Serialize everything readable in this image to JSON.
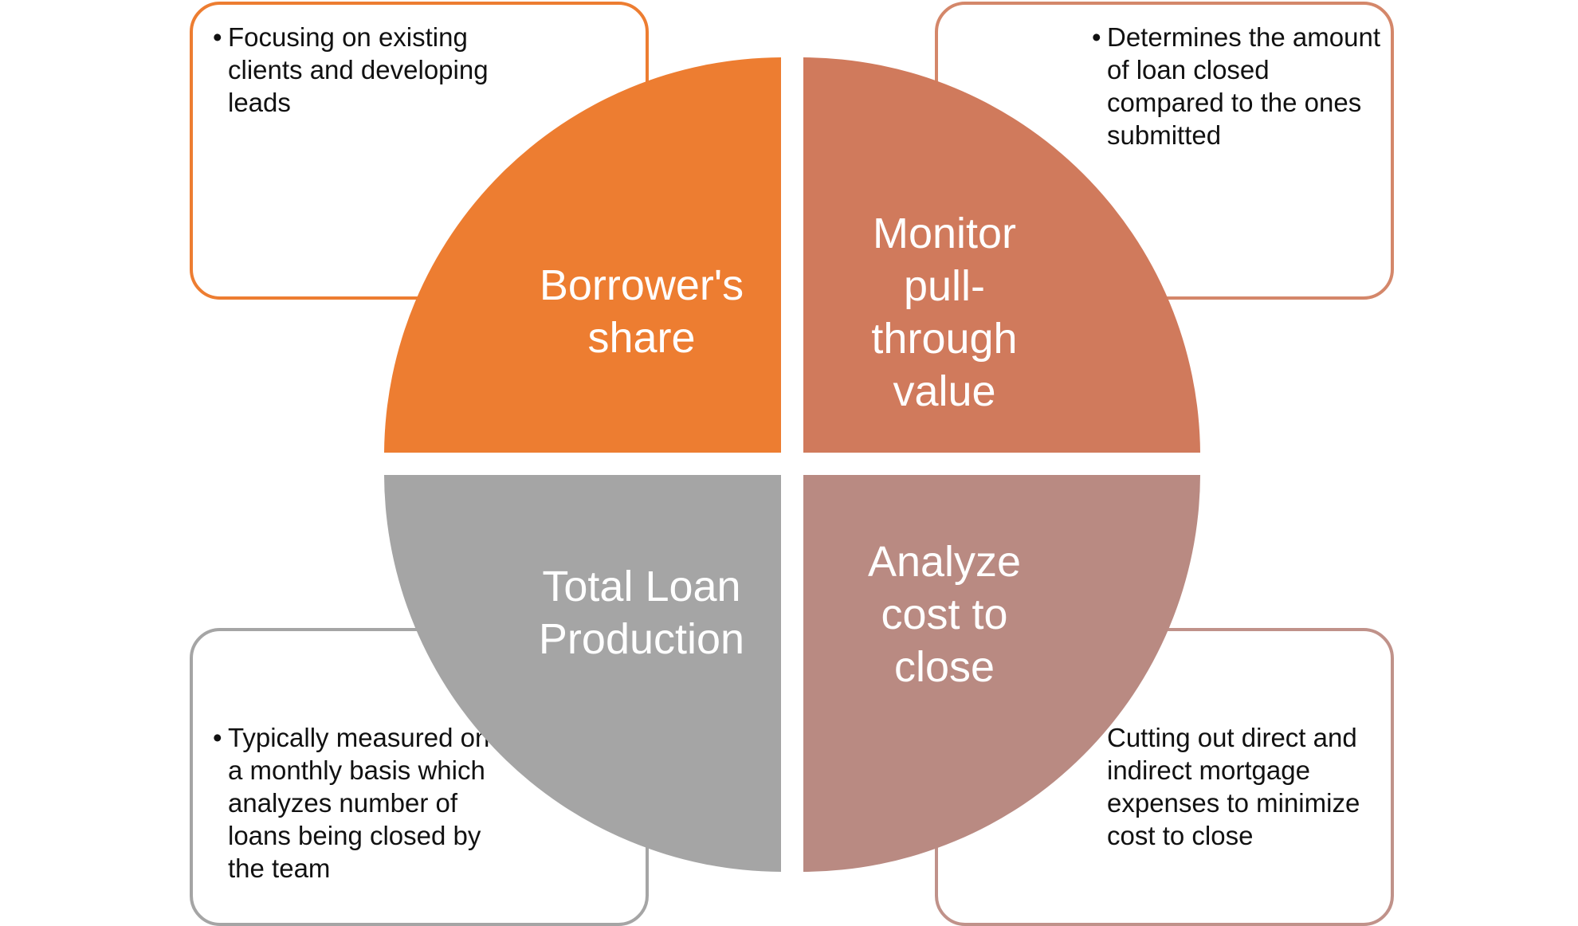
{
  "quadrants": [
    {
      "label": "Borrower's share",
      "color": "#ED7D31",
      "border": "#ED7D31",
      "description": "Focusing on existing clients and developing leads",
      "bullet": "•"
    },
    {
      "label": "Monitor pull-through value",
      "color": "#D07A5C",
      "border": "#D4876A",
      "description": "Determines the amount of loan closed compared to the ones submitted",
      "bullet": "•"
    },
    {
      "label": "Total Loan Production",
      "color": "#A5A5A5",
      "border": "#A5A5A5",
      "description": "Typically measured on a monthly basis which analyzes number of loans being closed by the team",
      "bullet": "•"
    },
    {
      "label": "Analyze cost to close",
      "color": "#B98A82",
      "border": "#C0928A",
      "description": "Cutting out direct and indirect mortgage expenses to minimize cost to close",
      "bullet": ""
    }
  ]
}
